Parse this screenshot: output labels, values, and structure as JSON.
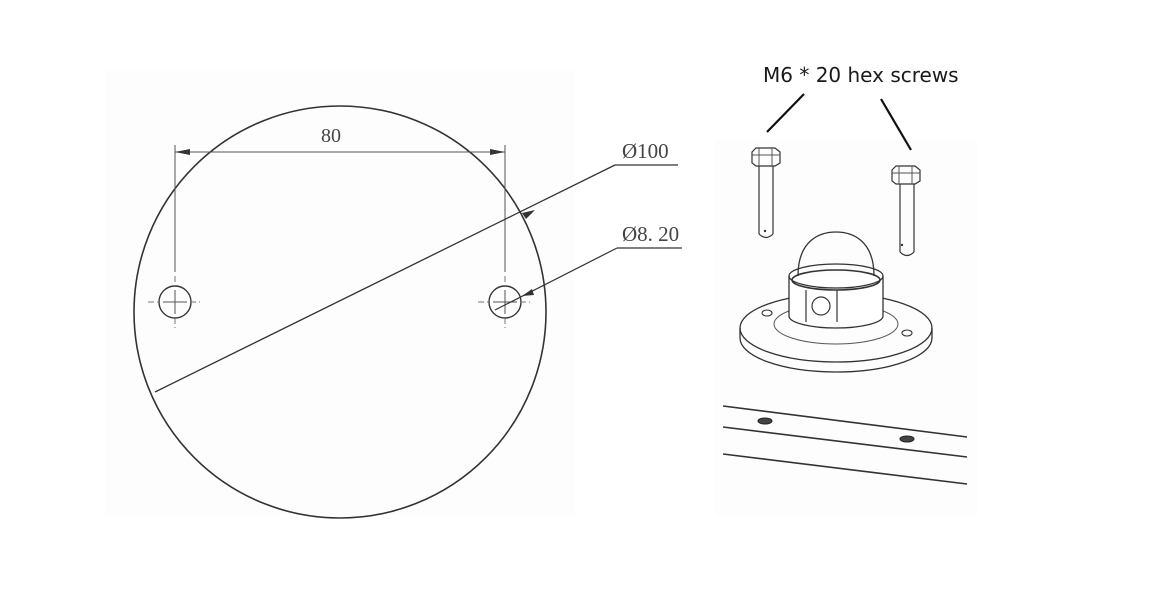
{
  "drawing": {
    "left_panel": {
      "name": "mounting-hole-template",
      "dimensions": {
        "hole_spacing": "80",
        "outer_diameter": "Ø100",
        "hole_diameter": "Ø8. 20"
      }
    },
    "right_panel": {
      "name": "exploded-assembly-view",
      "callout": "M6 * 20 hex screws",
      "parts": [
        "hex-screw-left",
        "hex-screw-right",
        "dome-sensor-base",
        "mounting-rail"
      ]
    }
  },
  "colors": {
    "background": "#ffffff",
    "line": "#333333",
    "dim_text": "#444444",
    "callout_text": "#1a1a1a"
  }
}
